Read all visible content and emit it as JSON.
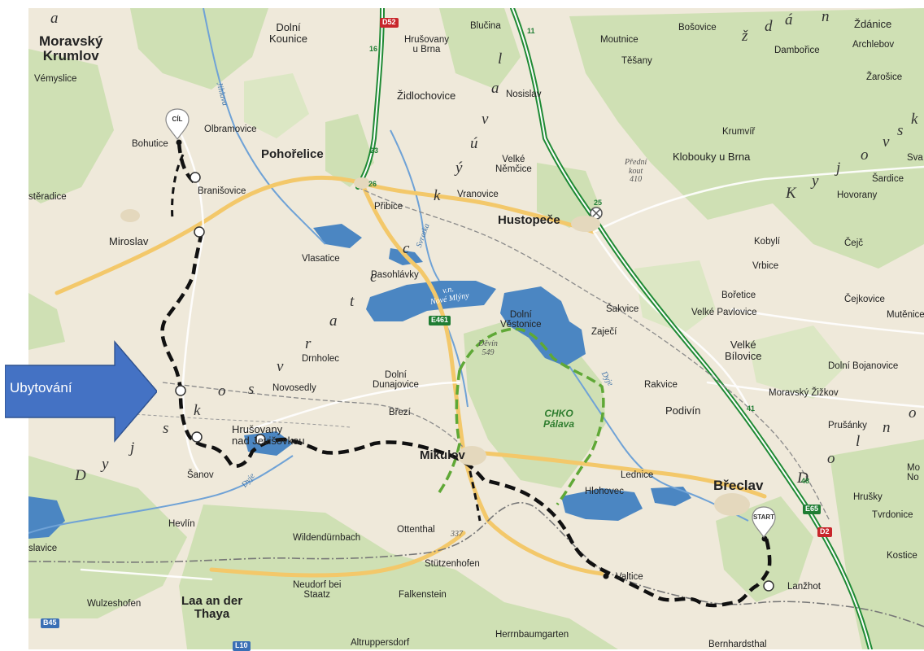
{
  "map": {
    "colors": {
      "land": "#efe9da",
      "forest": "#cfe0b4",
      "water": "#4b86c2",
      "highway": "#1f8a34",
      "border": "#777777",
      "route": "#111111",
      "chko_boundary": "#5fa836",
      "arrow": "#4472c4"
    },
    "places": {
      "moravsky_krumlov": "Moravský\nKrumlov",
      "vemyslice": "Vémyslice",
      "dolni_kounice": "Dolní\nKounice",
      "blucina": "Blučina",
      "hrusovany_u_brna": "Hrušovany\nu Brna",
      "zidlochovice": "Židlochovice",
      "moutnice": "Moutnice",
      "tesany": "Těšany",
      "bosovice": "Bošovice",
      "zdanice": "Ždánice",
      "archlebov": "Archlebov",
      "dambořice": "Dambořice",
      "zarosice": "Žarošice",
      "nosislav": "Nosislav",
      "olbramovice": "Olbramovice",
      "bohutice": "Bohutice",
      "pohorelice": "Pohořelice",
      "velke_nemcice": "Velké\nNěmčice",
      "krumvir": "Krumvíř",
      "klobouky": "Klobouky u Brna",
      "svatoboice": "Sva",
      "sardice": "Šardice",
      "hovorany": "Hovorany",
      "branisovice": "Branišovice",
      "stradice": "stěradice",
      "pribice": "Přibice",
      "vranovice": "Vranovice",
      "hustopece": "Hustopeče",
      "miroslav": "Miroslav",
      "kobyli": "Kobylí",
      "cejc": "Čejč",
      "vrbice": "Vrbice",
      "vlasatice": "Vlasatice",
      "pasohlavky": "Pasohlávky",
      "borenice": "Bořetice",
      "cejkovice": "Čejkovice",
      "velke_pavlovice": "Velké Pavlovice",
      "mutenice": "Mutěnice",
      "sakvice": "Šakvice",
      "dolni_vestonice": "Dolní\nVěstonice",
      "zajeci": "Zaječí",
      "velke_bilovice": "Velké\nBílovice",
      "dolni_bojanovice": "Dolní Bojanovice",
      "drnholec": "Drnholec",
      "dolni_dunajovice": "Dolní\nDunajovice",
      "rakvice": "Rakvice",
      "moravsky_zizkov": "Moravský Žižkov",
      "novosedly": "Novosedly",
      "brezi": "Březí",
      "podivin": "Podivín",
      "prusanky": "Prušánky",
      "hrusovany_nad_jev": "Hrušovany\nnad Jevišovkou",
      "mikulov": "Mikulov",
      "sanov": "Šanov",
      "lednice": "Lednice",
      "breclav": "Břeclav",
      "mo": "Mo\nNo",
      "hlohovec": "Hlohovec",
      "hrusky": "Hrušky",
      "tvrdonice": "Tvrdonice",
      "hevlin": "Hevlín",
      "slavice": "slavice",
      "wildendurnbach": "Wildendürnbach",
      "ottenthal": "Ottenthal",
      "stutzenhofen": "Stützenhofen",
      "valtice": "Valtice",
      "kostice": "Kostice",
      "lanzhot": "Lanžhot",
      "neudorf": "Neudorf bei\nStaatz",
      "falkenstein": "Falkenstein",
      "wulzeshofen": "Wulzeshofen",
      "laa": "Laa an der\nThaya",
      "altruppersdorf": "Altruppersdorf",
      "herrnbaumgarten": "Herrnbaumgarten",
      "bernhardsthal": "Bernhardsthal"
    },
    "regions": {
      "svratecky_uval": [
        "s",
        "v",
        "r",
        "a",
        "t",
        "e",
        "c",
        "k",
        "ý",
        "ú",
        "v",
        "a",
        "l"
      ],
      "dyjsko": [
        "D",
        "y",
        "j",
        "s",
        "k",
        "o"
      ],
      "zdanicky": [
        "ž",
        "d",
        "á",
        "n"
      ],
      "kyjovska": [
        "K",
        "y",
        "j",
        "o",
        "v",
        "s",
        "k"
      ],
      "dolno": [
        "D",
        "o",
        "l",
        "n",
        "o"
      ],
      "a_top": "a"
    },
    "road_shields": {
      "d52": "D52",
      "e461": "E461",
      "e65": "E65",
      "d2": "D2",
      "b45": "B45",
      "l10": "L10"
    },
    "exit_numbers": [
      "16",
      "11",
      "23",
      "26",
      "25",
      "41",
      "48"
    ],
    "rivers": {
      "jihlava": "Jihlava",
      "svratka": "Svratka",
      "dyje1": "Dyje",
      "dyje2": "Dyje"
    },
    "lake_label": "v.n.\nNové Mlýny",
    "peaks": {
      "predni_kout": "Přední\nkout\n410",
      "devin": "Děvín\n549",
      "p337": "337"
    },
    "chko": "CHKO\nPálava",
    "pins": {
      "cil": "CÍL",
      "start": "START"
    },
    "callout": "Ubytování"
  }
}
